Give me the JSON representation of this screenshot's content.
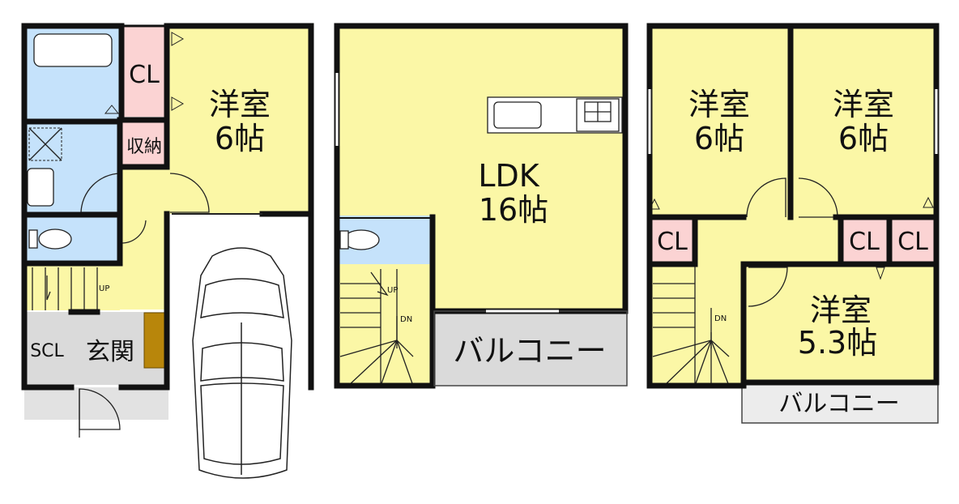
{
  "colors": {
    "room": "#fbf7a6",
    "wet": "#c5e2fb",
    "closet": "#fbd3d3",
    "gray": "#dadada",
    "door": "#b8860b",
    "wall": "#111111"
  },
  "floor1": {
    "closet": "CL",
    "storage": "収納",
    "western_room": {
      "name": "洋室",
      "size": "6帖"
    },
    "stairs_up": "UP",
    "shoe_closet": "SCL",
    "entrance": "玄関"
  },
  "floor2": {
    "ldk": {
      "name": "LDK",
      "size": "16帖"
    },
    "stairs_up": "UP",
    "stairs_down": "DN",
    "balcony": "バルコニー"
  },
  "floor3": {
    "room_left": {
      "name": "洋室",
      "size": "6帖"
    },
    "room_right": {
      "name": "洋室",
      "size": "6帖"
    },
    "closet_left": "CL",
    "closet_mid": "CL",
    "closet_right": "CL",
    "room_small": {
      "name": "洋室",
      "size": "5.3帖"
    },
    "stairs_down": "DN",
    "balcony": "バルコニー"
  }
}
